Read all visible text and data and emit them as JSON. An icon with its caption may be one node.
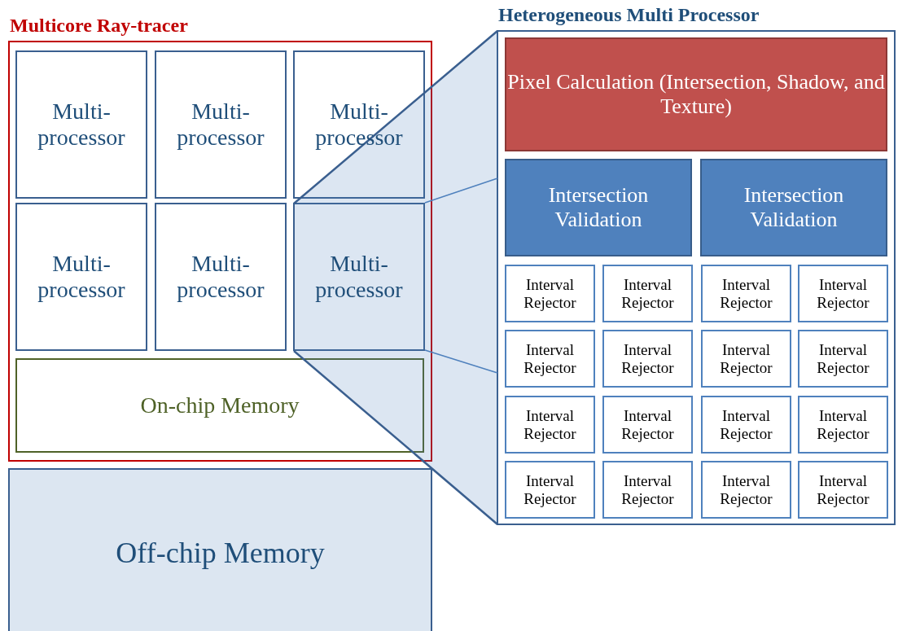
{
  "diagram": {
    "nodes": [
      {
        "text": [
          "Multicore Ray-tracer"
        ]
      },
      {
        "text": [
          "Multi- processor"
        ],
        "in": 0
      },
      {
        "text": [
          "Multi- processor"
        ],
        "in": 0
      },
      {
        "text": [
          "Multi- processor"
        ],
        "in": 0
      },
      {
        "text": [
          "Multi- processor"
        ],
        "in": 0
      },
      {
        "text": [
          "Multi- processor"
        ],
        "in": 0
      },
      {
        "text": [
          "Multi- processor"
        ],
        "in": 0
      },
      {
        "text": [
          "On-chip Memory"
        ],
        "in": 0
      },
      {
        "text": [
          "Off-chip Memory"
        ]
      },
      {
        "text": [
          "Heterogeneous Multi Processor"
        ]
      },
      {
        "text": [
          "Pixel Calculation (Intersection, Shadow, and Texture)"
        ],
        "in": 9
      },
      {
        "text": [
          "Intersection Validation"
        ],
        "in": 9
      },
      {
        "text": [
          "Intersection Validation"
        ],
        "in": 9
      },
      {
        "text": [
          "Interval Rejector"
        ],
        "in": 9
      },
      {
        "text": [
          "Interval Rejector"
        ],
        "in": 9
      },
      {
        "text": [
          "Interval Rejector"
        ],
        "in": 9
      },
      {
        "text": [
          "Interval Rejector"
        ],
        "in": 9
      },
      {
        "text": [
          "Interval Rejector"
        ],
        "in": 9
      },
      {
        "text": [
          "Interval Rejector"
        ],
        "in": 9
      },
      {
        "text": [
          "Interval Rejector"
        ],
        "in": 9
      },
      {
        "text": [
          "Interval Rejector"
        ],
        "in": 9
      },
      {
        "text": [
          "Interval Rejector"
        ],
        "in": 9
      },
      {
        "text": [
          "Interval Rejector"
        ],
        "in": 9
      },
      {
        "text": [
          "Interval Rejector"
        ],
        "in": 9
      },
      {
        "text": [
          "Interval Rejector"
        ],
        "in": 9
      },
      {
        "text": [
          "Interval Rejector"
        ],
        "in": 9
      },
      {
        "text": [
          "Interval Rejector"
        ],
        "in": 9
      },
      {
        "text": [
          "Interval Rejector"
        ],
        "in": 9
      },
      {
        "text": [
          "Interval Rejector"
        ],
        "in": 9
      }
    ]
  }
}
